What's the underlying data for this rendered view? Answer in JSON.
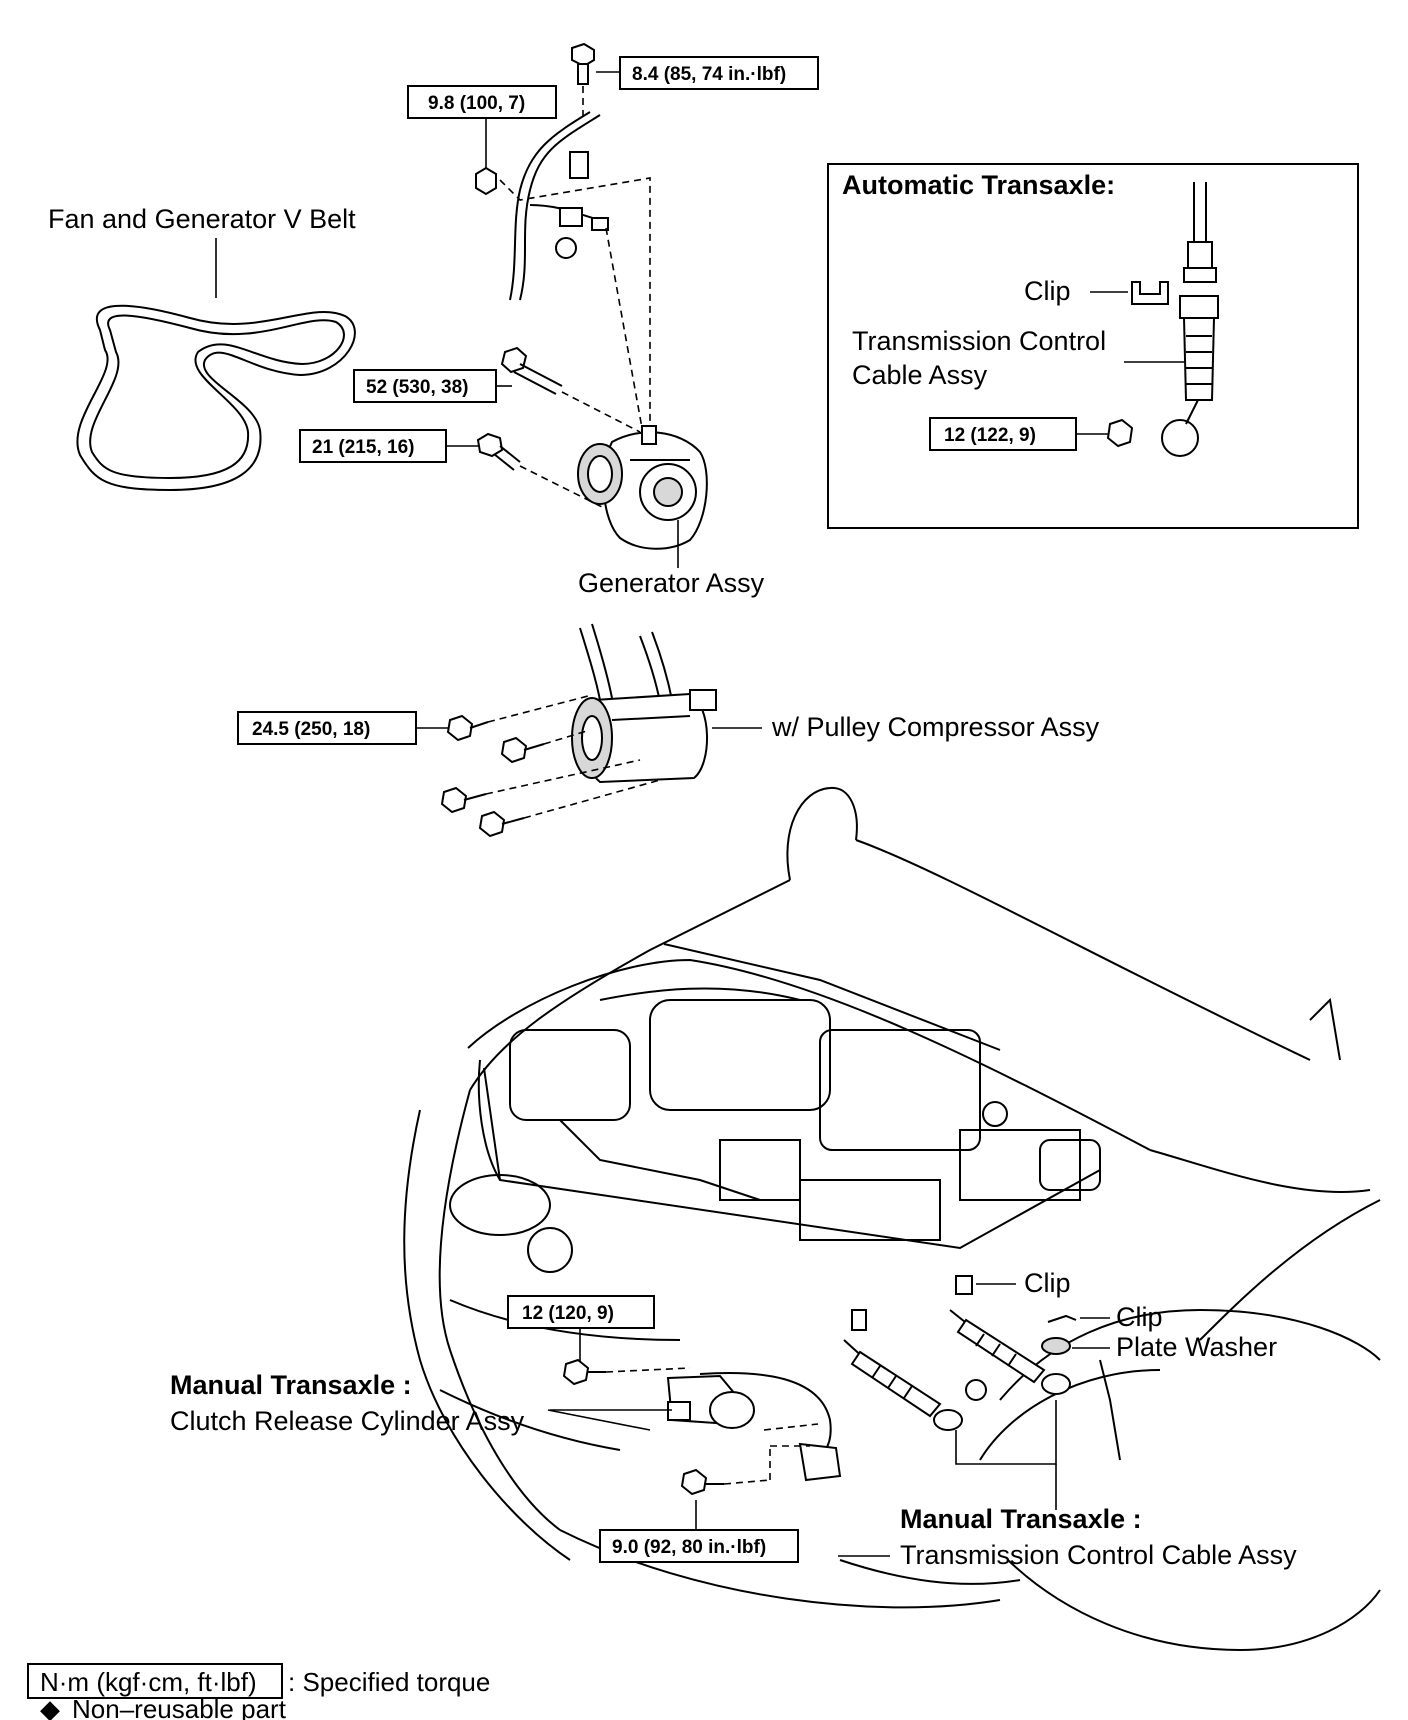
{
  "labels": {
    "fan_belt": "Fan and Generator V Belt",
    "generator": "Generator Assy",
    "compressor": "w/ Pulley Compressor Assy",
    "at_title": "Automatic Transaxle:",
    "at_clip": "Clip",
    "at_cable_1": "Transmission Control",
    "at_cable_2": "Cable Assy",
    "mt_clip_1": "Clip",
    "mt_clip_2": "Clip",
    "plate_washer": "Plate Washer",
    "mt_cyl_title": "Manual Transaxle :",
    "mt_cyl_name": "Clutch Release Cylinder Assy",
    "mt_cable_title": "Manual Transaxle :",
    "mt_cable_name": "Transmission Control Cable Assy"
  },
  "torques": {
    "t_8_4": "8.4 (85, 74 in.·lbf)",
    "t_9_8": "9.8 (100, 7)",
    "t_52": "52 (530, 38)",
    "t_21": "21 (215, 16)",
    "t_12_at": "12 (122, 9)",
    "t_24_5": "24.5 (250, 18)",
    "t_12_mt": "12 (120, 9)",
    "t_9_0": "9.0 (92, 80 in.·lbf)"
  },
  "legend": {
    "unit_box": "N·m (kgf·cm, ft·lbf)",
    "unit_desc": ": Specified torque",
    "nonreusable_symbol": "◆",
    "nonreusable_text": "Non–reusable part"
  }
}
